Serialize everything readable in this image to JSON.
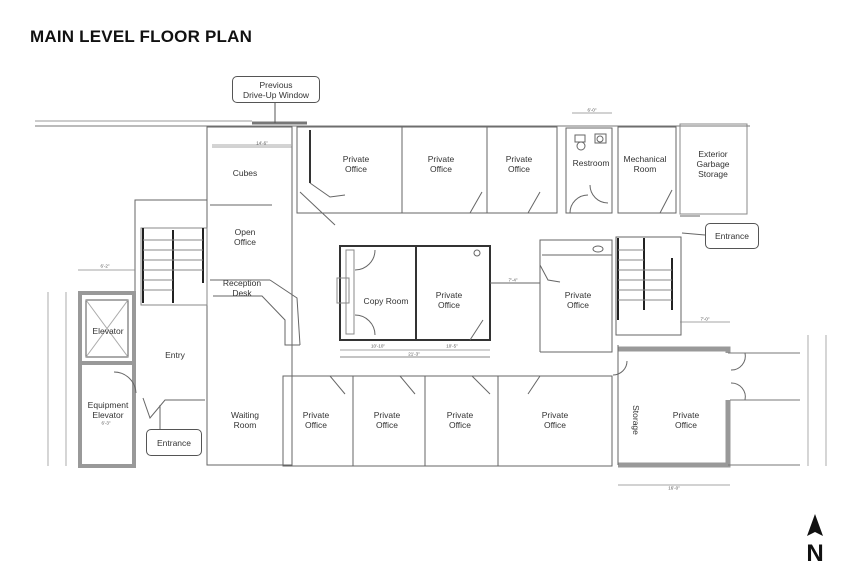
{
  "title": "MAIN LEVEL FLOOR PLAN",
  "callouts": {
    "drive_up": "Previous\nDrive-Up Window",
    "entrance_right": "Entrance",
    "entrance_bottom": "Entrance"
  },
  "rooms": {
    "cubes": "Cubes",
    "office_top_1": "Private\nOffice",
    "office_top_2": "Private\nOffice",
    "office_top_3": "Private\nOffice",
    "restroom": "Restroom",
    "mechanical": "Mechanical\nRoom",
    "garbage": "Exterior\nGarbage\nStorage",
    "open_office": "Open\nOffice",
    "reception": "Reception\nDesk",
    "copy_room": "Copy Room",
    "office_mid_1": "Private\nOffice",
    "office_mid_2": "Private\nOffice",
    "elevator": "Elevator",
    "entry": "Entry",
    "equipment_elevator": "Equipment\nElevator",
    "waiting_room": "Waiting\nRoom",
    "office_bot_1": "Private\nOffice",
    "office_bot_2": "Private\nOffice",
    "office_bot_3": "Private\nOffice",
    "office_bot_4": "Private\nOffice",
    "storage": "Storage",
    "office_bot_5": "Private\nOffice"
  },
  "dimensions": {
    "cubes_width": "14'-6\"",
    "restroom_width": "6'-0\"",
    "corridor": "7'-4\"",
    "copy_width": "10'-10\"",
    "office_width": "10'-5\"",
    "combined_width": "21'-3\"",
    "stair_landing": "7'-0\"",
    "storage_width": "16'-0\"",
    "elevator_width": "6'-2\"",
    "equip_width": "6'-3\""
  },
  "north_label": "N",
  "colors": {
    "wall": "#444444",
    "thick_wall": "#9a9a9a",
    "line": "#777777"
  }
}
